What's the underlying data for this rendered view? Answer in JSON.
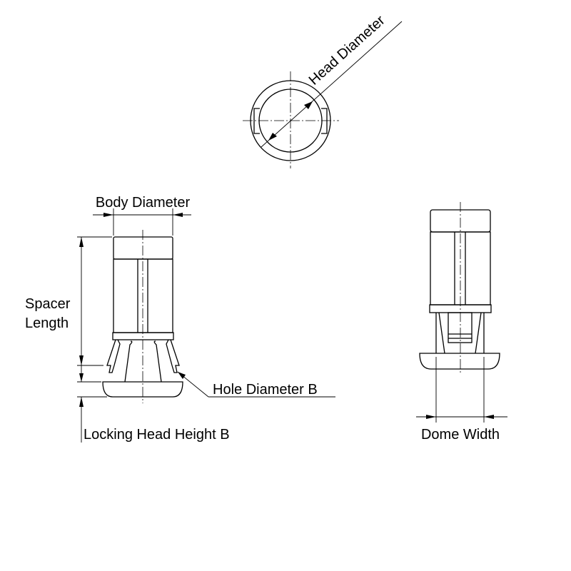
{
  "drawing": {
    "top_view": {
      "label": "Head Diameter"
    },
    "side_view": {
      "body_diameter": "Body Diameter",
      "spacer_length": [
        "Spacer",
        "Length"
      ],
      "hole_diameter": "Hole Diameter B",
      "locking_head_height": "Locking Head Height B"
    },
    "front_view": {
      "dome_width": "Dome Width"
    }
  }
}
